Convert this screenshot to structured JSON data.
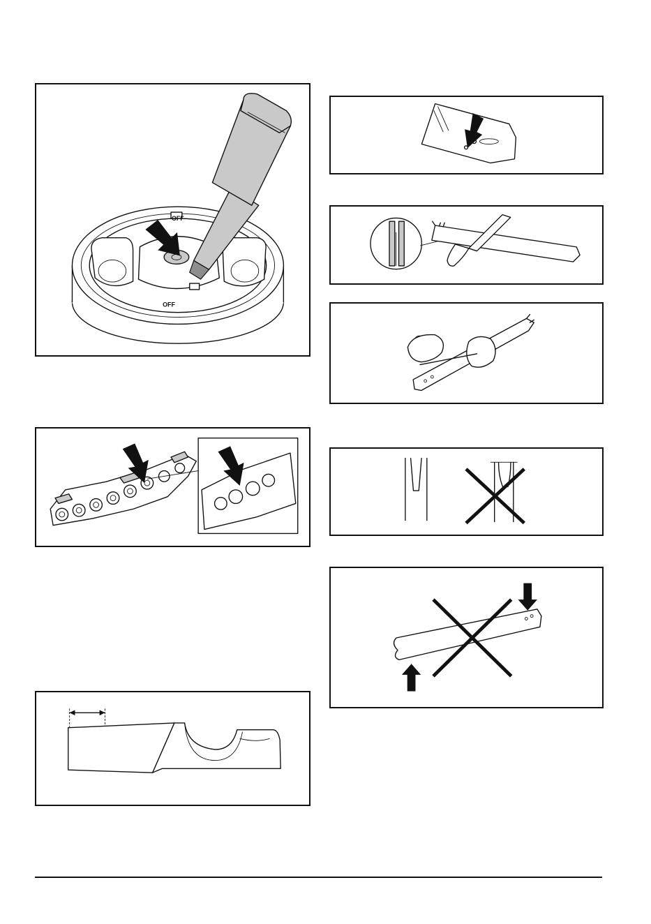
{
  "figures": [
    {
      "id": "oiling-clutch-drum",
      "labels": [
        "OFF",
        "OFF"
      ]
    },
    {
      "id": "chain-drive-link-arrow",
      "labels": []
    },
    {
      "id": "depth-gauge-setting",
      "labels": []
    },
    {
      "id": "guide-bar-oil-hole",
      "labels": []
    },
    {
      "id": "guide-bar-groove-cleaning",
      "labels": []
    },
    {
      "id": "filing-bar-rails",
      "labels": []
    },
    {
      "id": "bar-groove-wear-comparison",
      "labels": []
    },
    {
      "id": "bar-straightness-check",
      "labels": []
    }
  ],
  "colors": {
    "line": "#111111",
    "fill": "#c9c9c9",
    "background": "#ffffff"
  }
}
